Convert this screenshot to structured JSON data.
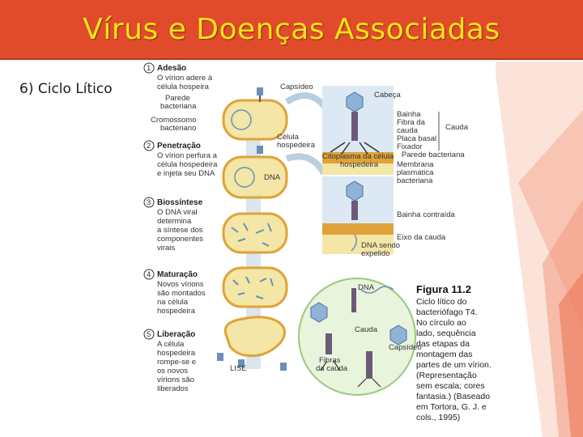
{
  "slide": {
    "title": "Vírus e Doenças Associadas",
    "subtitle": "6) Ciclo Lítico"
  },
  "colors": {
    "title_bg": "#e14b2b",
    "title_text": "#f7e21b",
    "cell_fill": "#f3e6a6",
    "cell_wall": "#e0a23a",
    "phage": "#6c8fb8",
    "arrow": "#b9cfe0"
  },
  "figure": {
    "steps": [
      {
        "num": "1",
        "title": "Adesão",
        "lines": [
          "O vírion adere à",
          "célula hospeira"
        ]
      },
      {
        "num": "2",
        "title": "Penetração",
        "lines": [
          "O vírion perfura a",
          "célula hospedeira",
          "e injeta seu DNA"
        ]
      },
      {
        "num": "3",
        "title": "Biossíntese",
        "lines": [
          "O DNA viral",
          "determina",
          "a síntese dos",
          "componentes",
          "virais"
        ]
      },
      {
        "num": "4",
        "title": "Maturação",
        "lines": [
          "Novos vírions",
          "são montados",
          "na célula",
          "hospedeira"
        ]
      },
      {
        "num": "5",
        "title": "Liberação",
        "lines": [
          "A célula",
          "hospedeira",
          "rompe-se e",
          "os novos",
          "vírions são",
          "liberados"
        ]
      }
    ],
    "labels": {
      "parede": [
        "Parede",
        "bacteriana"
      ],
      "cromossomo": [
        "Cromossomo",
        "bacteriano"
      ],
      "capsideo": "Capsídeo",
      "cabeca": "Cabeça",
      "celula_hosp": [
        "Célula",
        "hospedeira"
      ],
      "dna": "DNA",
      "citoplasma": [
        "Citoplasma da célula",
        "hospedeira"
      ],
      "bainha": "Bainha",
      "fibra": [
        "Fibra da",
        "cauda"
      ],
      "placa": "Placa basal",
      "fixador": "Fixador",
      "cauda": "Cauda",
      "parede_b": "Parede bacteriana",
      "membrana": [
        "Membrana",
        "plasmática",
        "bacteriana"
      ],
      "bainha_contraida": "Bainha contraída",
      "eixo": "Eixo da cauda",
      "dna_expelido": [
        "DNA sendo",
        "expelido"
      ],
      "lise": "LISE",
      "circle_dna": "DNA",
      "circle_cauda": "Cauda",
      "circle_capsideo": "Capsídeo",
      "circle_fibras": [
        "Fibras",
        "da cauda"
      ]
    },
    "caption_title": "Figura 11.2",
    "caption_lines": [
      "Ciclo lítico do",
      "bacteriófago T4.",
      "No círculo ao",
      "lado, sequência",
      "das etapas da",
      "montagem das",
      "partes de um vírion.",
      "(Representação",
      "sem escala; cores",
      "fantasia.) (Baseado",
      "em Tortora, G. J. e",
      "cols., 1995)"
    ]
  }
}
